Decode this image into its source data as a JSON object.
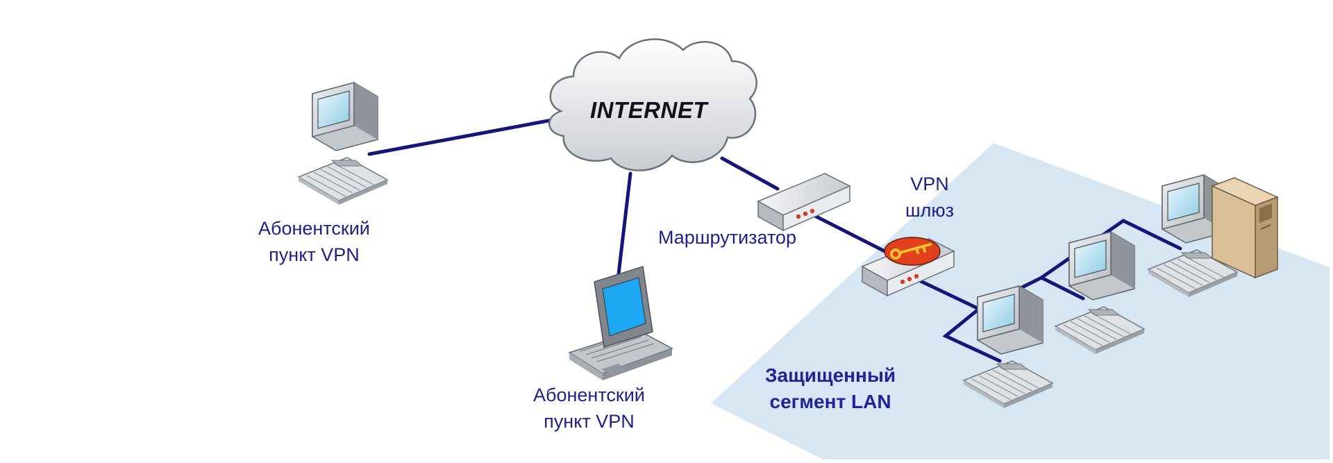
{
  "internet_label": "INTERNET",
  "nodes": {
    "remote_pc": {
      "line1": "Абонентский",
      "line2": "пункт VPN"
    },
    "laptop": {
      "line1": "Абонентский",
      "line2": "пункт VPN"
    },
    "router": {
      "label": "Маршрутизатор"
    },
    "vpn_gateway": {
      "line1": "VPN",
      "line2": "шлюз"
    }
  },
  "lan_segment": {
    "line1": "Защищенный",
    "line2": "сегмент LAN"
  },
  "colors": {
    "link": "#15157a",
    "label": "#1f1f8a",
    "lan_area": "#d6e6f2",
    "screen": "#3aa8f0",
    "key_badge": "#e2401c",
    "key": "#f2c230"
  }
}
